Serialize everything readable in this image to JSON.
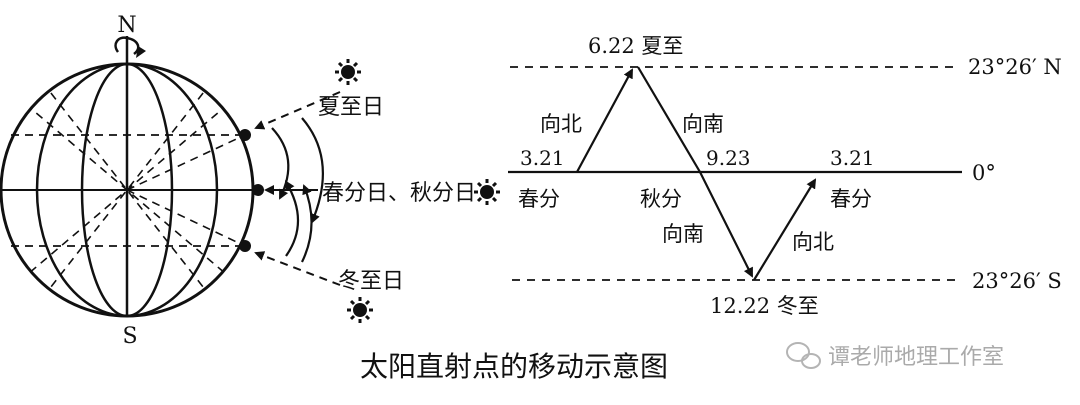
{
  "globe": {
    "north_label": "N",
    "south_label": "S",
    "summer_label": "夏至日",
    "equinox_label": "春分日、秋分日",
    "winter_label": "冬至日"
  },
  "graph": {
    "summer_point": "6.22 夏至",
    "winter_point": "12.22 冬至",
    "north_line_label": "23°26′ N",
    "equator_label": "0°",
    "south_line_label": "23°26′ S",
    "spring_date_left": "3.21",
    "spring_name_left": "春分",
    "autumn_date": "9.23",
    "autumn_name": "秋分",
    "spring_date_right": "3.21",
    "spring_name_right": "春分",
    "north_dir_1": "向北",
    "south_dir_1": "向南",
    "south_dir_2": "向南",
    "north_dir_2": "向北"
  },
  "caption": "太阳直射点的移动示意图",
  "watermark": "谭老师地理工作室",
  "icons": [
    "sun-icon",
    "rotation-arrow-icon",
    "wechat-logo-icon"
  ]
}
